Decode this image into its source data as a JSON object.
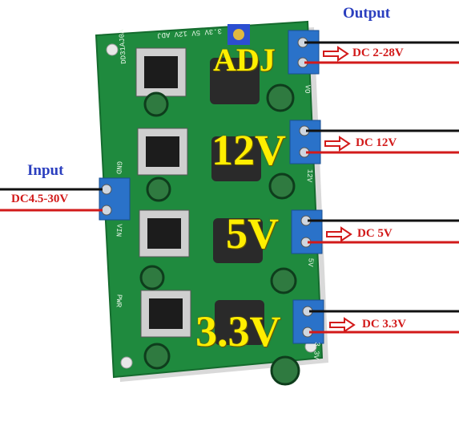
{
  "labels": {
    "output_header": "Output",
    "input_header": "Input",
    "input_range": "DC4.5-30V",
    "outputs": [
      {
        "name": "ADJ",
        "range": "DC 2-28V"
      },
      {
        "name": "12V",
        "range": "DC 12V"
      },
      {
        "name": "5V",
        "range": "DC 5V"
      },
      {
        "name": "3.3V",
        "range": "DC 3.3V"
      }
    ]
  },
  "silkscreen": {
    "model": "DD31AJ0A",
    "top_voltages": "3.3V 5V 12V ADJ",
    "gnd": "GND",
    "vin": "VIN",
    "pwr": "PWR",
    "out_3v3": "3.3V",
    "out_5v": "5V",
    "out_12v": "12V",
    "vo": "VO"
  },
  "colors": {
    "pcb": "#1f8a3e",
    "pcb_dark": "#156b2e",
    "terminal": "#2a72c9",
    "wire_red": "#d21a1a",
    "wire_black": "#111111",
    "voltage_text": "#ffee00",
    "header_text": "#2b3fbf"
  }
}
